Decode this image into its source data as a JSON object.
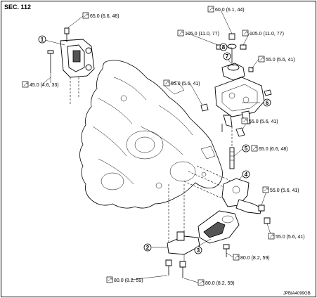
{
  "section": "SEC. 112",
  "code": "JPBIA4099GB",
  "parts": [
    "1",
    "2",
    "3",
    "4",
    "5",
    "6",
    "7",
    "8"
  ],
  "torques": [
    "65.0 (6.6, 48)",
    "45.0 (4.6, 33)",
    "60.0 (6.1, 44)",
    "105.0 (11.0, 77)",
    "105.0 (11.0, 77)",
    "55.0 (5.6, 41)",
    "55.0 (5.6, 41)",
    "55.0 (5.6, 41)",
    "65.0 (6.6, 48)",
    "55.0 (5.6, 41)",
    "55.0 (5.6, 41)",
    "80.0 (8.2, 59)",
    "80.0 (8.2, 59)",
    "80.0 (8.2, 59)"
  ]
}
